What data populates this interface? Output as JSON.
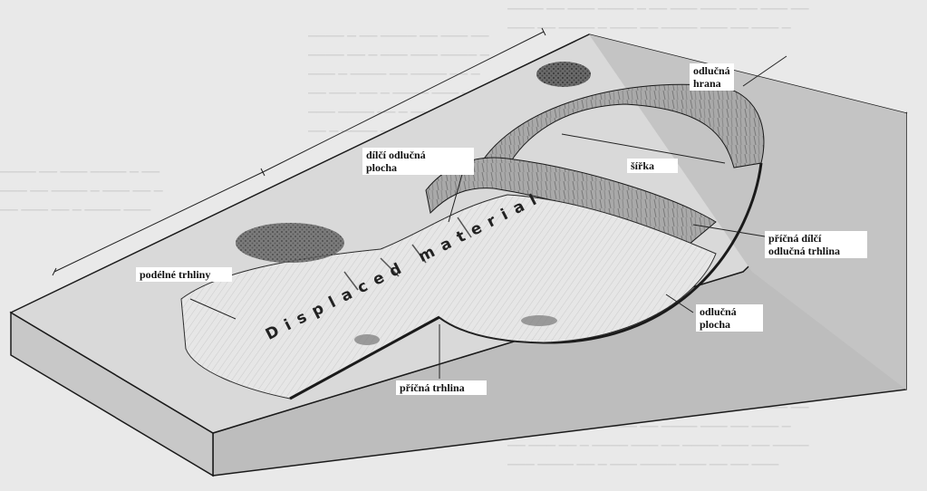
{
  "labels": {
    "odlucna_hrana": [
      "odlučná",
      "hrana"
    ],
    "dilci_odlucna_plocha": [
      "dílčí odlučná",
      "plocha"
    ],
    "sirka": "šířka",
    "pricna_dilci_trhlina": [
      "příčná  dílčí",
      "odlučná trhlina"
    ],
    "podelne_trhliny": "podélné trhliny",
    "odlucna_plocha": [
      "odlučná",
      "plocha"
    ],
    "pricna_trhlina": "příčná trhlina",
    "displaced_material": "Displaced material"
  },
  "colors": {
    "page": "#e9e9e9",
    "block_top": "#d6d6d6",
    "block_side": "#b8b8b8",
    "block_front": "#c4c4c4",
    "line": "#1a1a1a"
  }
}
